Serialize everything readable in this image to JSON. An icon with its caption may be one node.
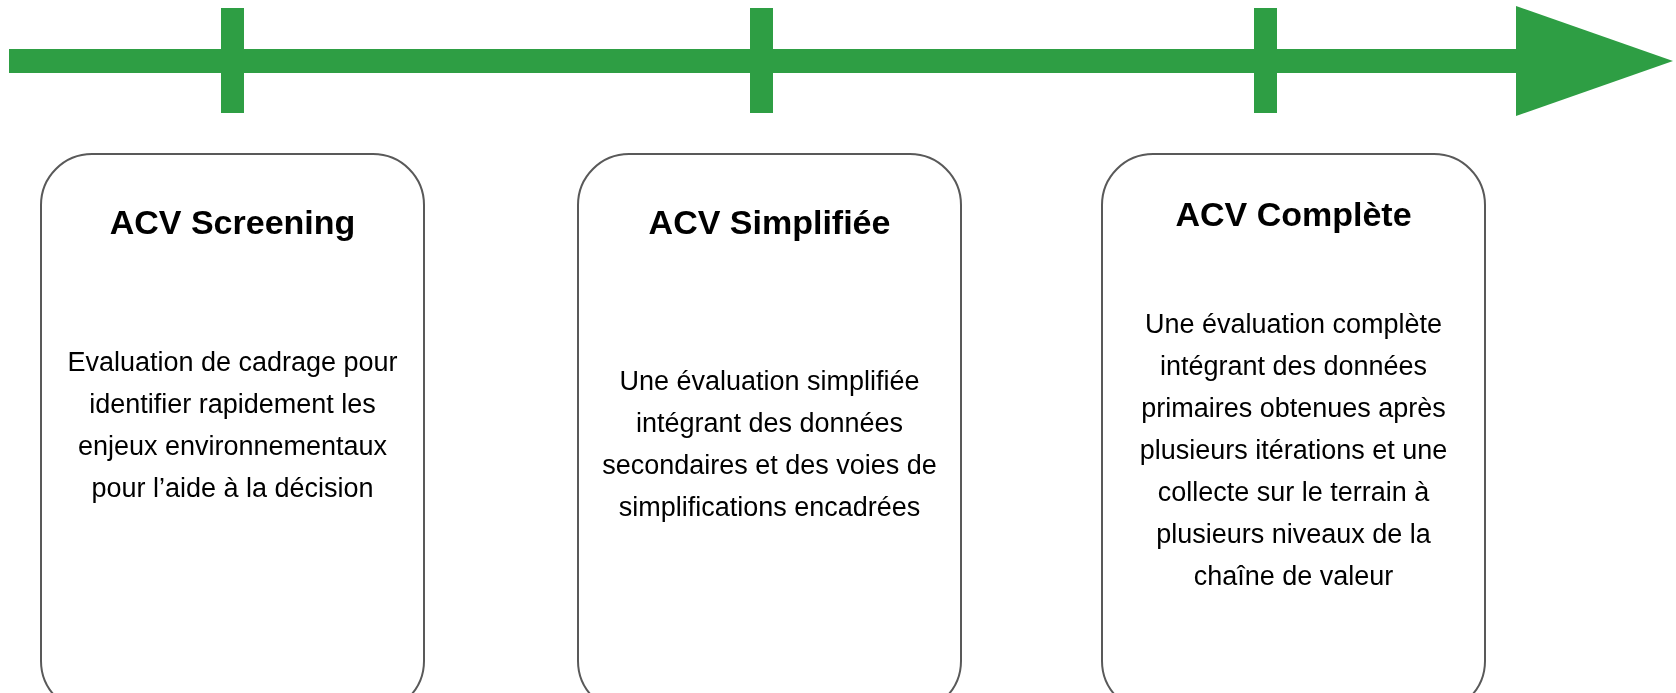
{
  "diagram": {
    "nodes": [
      {
        "text": [
          "ACV Screening",
          "Evaluation de cadrage pour identifier rapidement les enjeux environnementaux pour l’aide à la décision"
        ]
      },
      {
        "text": [
          "ACV Simplifiée",
          "Une évaluation simplifiée intégrant des données secondaires et des voies de simplifications encadrées"
        ]
      },
      {
        "text": [
          "ACV Complète",
          "Une évaluation complète intégrant des données primaires obtenues après plusieurs itérations et une collecte sur le terrain à plusieurs niveaux de la chaîne de valeur"
        ]
      }
    ]
  }
}
